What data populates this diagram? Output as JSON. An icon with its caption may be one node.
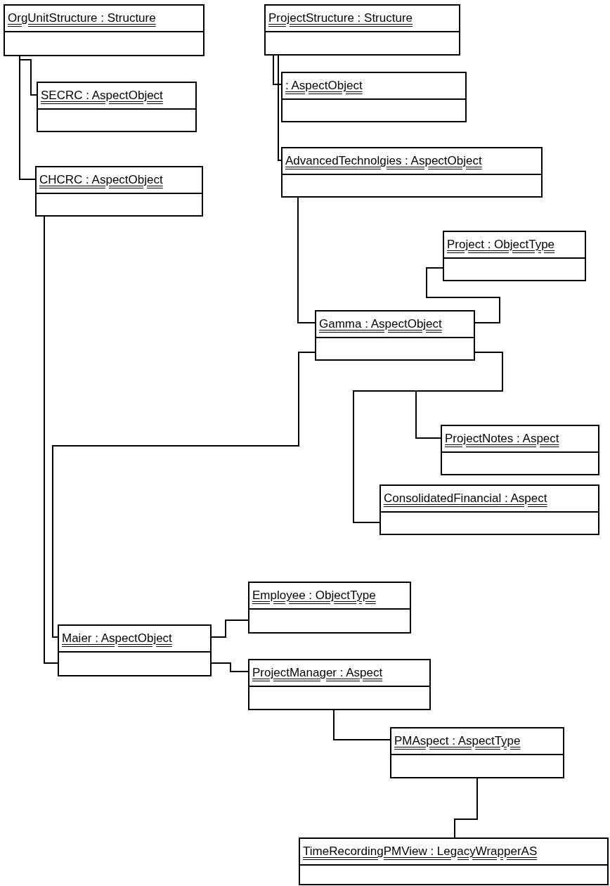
{
  "diagram": {
    "nodes": [
      {
        "text": [
          "OrgUnitStructure : Structure"
        ]
      },
      {
        "text": [
          "SECRC : AspectObject"
        ]
      },
      {
        "text": [
          "CHCRC : AspectObject"
        ]
      },
      {
        "text": [
          "ProjectStructure : Structure"
        ]
      },
      {
        "text": [
          ": AspectObject"
        ]
      },
      {
        "text": [
          "AdvancedTechnolgies : AspectObject"
        ]
      },
      {
        "text": [
          "Project : ObjectType"
        ]
      },
      {
        "text": [
          "Gamma : AspectObject"
        ]
      },
      {
        "text": [
          "ProjectNotes : Aspect"
        ]
      },
      {
        "text": [
          "ConsolidatedFinancial : Aspect"
        ]
      },
      {
        "text": [
          "Employee : ObjectType"
        ]
      },
      {
        "text": [
          "Maier : AspectObject"
        ]
      },
      {
        "text": [
          "ProjectManager : Aspect"
        ]
      },
      {
        "text": [
          "PMAspect : AspectType"
        ]
      },
      {
        "text": [
          "TimeRecordingPMView : LegacyWrapperAS"
        ]
      }
    ],
    "edges": [
      {
        "from": 0,
        "to": 1,
        "arrow": "none"
      },
      {
        "from": 0,
        "to": 2,
        "arrow": "none"
      },
      {
        "from": 3,
        "to": 4,
        "arrow": "none"
      },
      {
        "from": 3,
        "to": 5,
        "arrow": "none"
      },
      {
        "from": 5,
        "to": 7,
        "arrow": "none"
      },
      {
        "from": 7,
        "to": 6,
        "arrow": "none"
      },
      {
        "from": 7,
        "to": 8,
        "arrow": "none"
      },
      {
        "from": 7,
        "to": 9,
        "arrow": "none"
      },
      {
        "from": 7,
        "to": 11,
        "arrow": "none"
      },
      {
        "from": 2,
        "to": 11,
        "arrow": "none"
      },
      {
        "from": 11,
        "to": 10,
        "arrow": "none"
      },
      {
        "from": 11,
        "to": 12,
        "arrow": "none"
      },
      {
        "from": 12,
        "to": 13,
        "arrow": "none"
      },
      {
        "from": 13,
        "to": 14,
        "arrow": "none"
      }
    ]
  }
}
